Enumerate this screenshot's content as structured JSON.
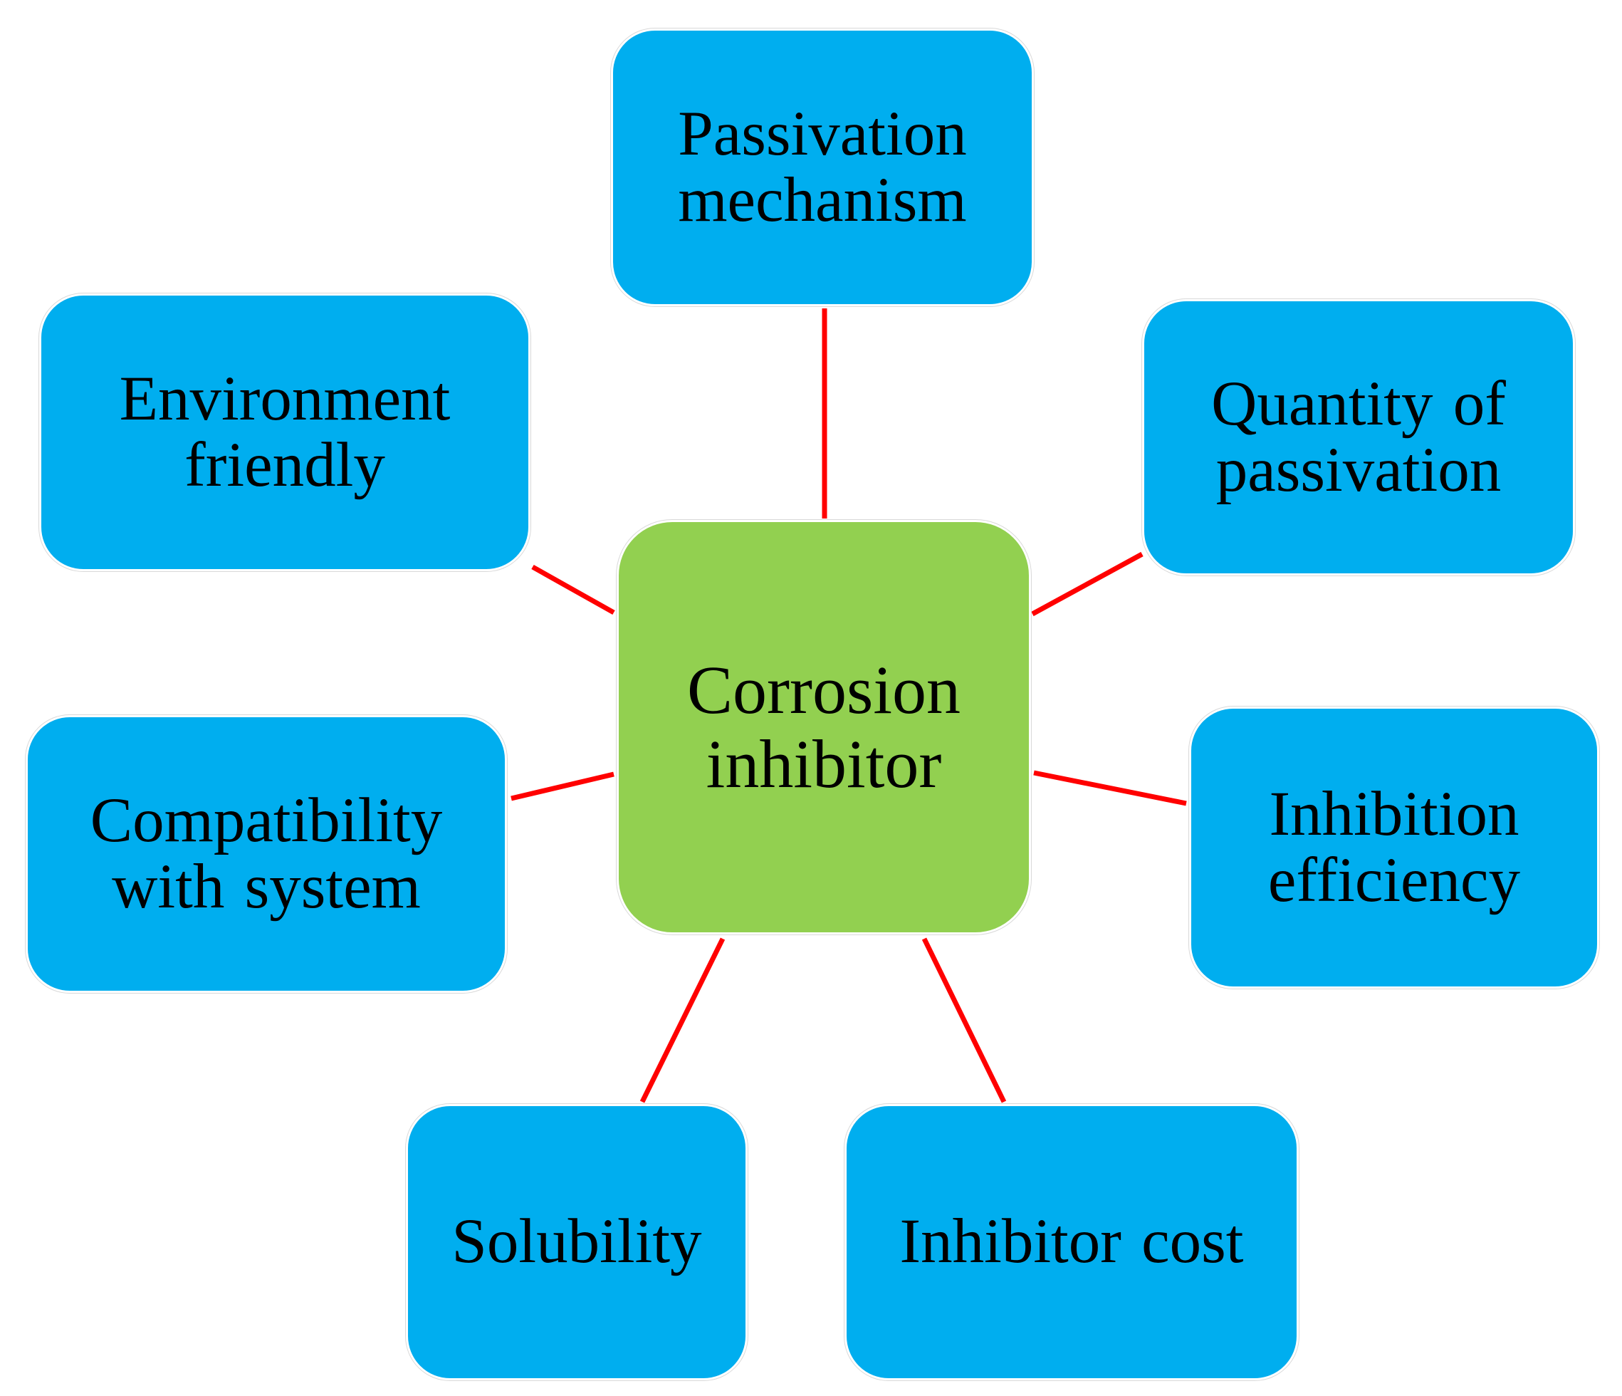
{
  "colors": {
    "node_fill": "#00aeef",
    "center_fill": "#92d050",
    "connector": "#ff0000",
    "text": "#000000"
  },
  "center": {
    "label": "Corrosion inhibitor"
  },
  "nodes": {
    "passivation_mechanism": "Passivation mechanism",
    "environment_friendly": "Environment friendly",
    "quantity_of_passivation": "Quantity of passivation",
    "compatibility_with_system": "Compatibility with system",
    "inhibition_efficiency": "Inhibition efficiency",
    "solubility": "Solubility",
    "inhibitor_cost": "Inhibitor cost"
  }
}
